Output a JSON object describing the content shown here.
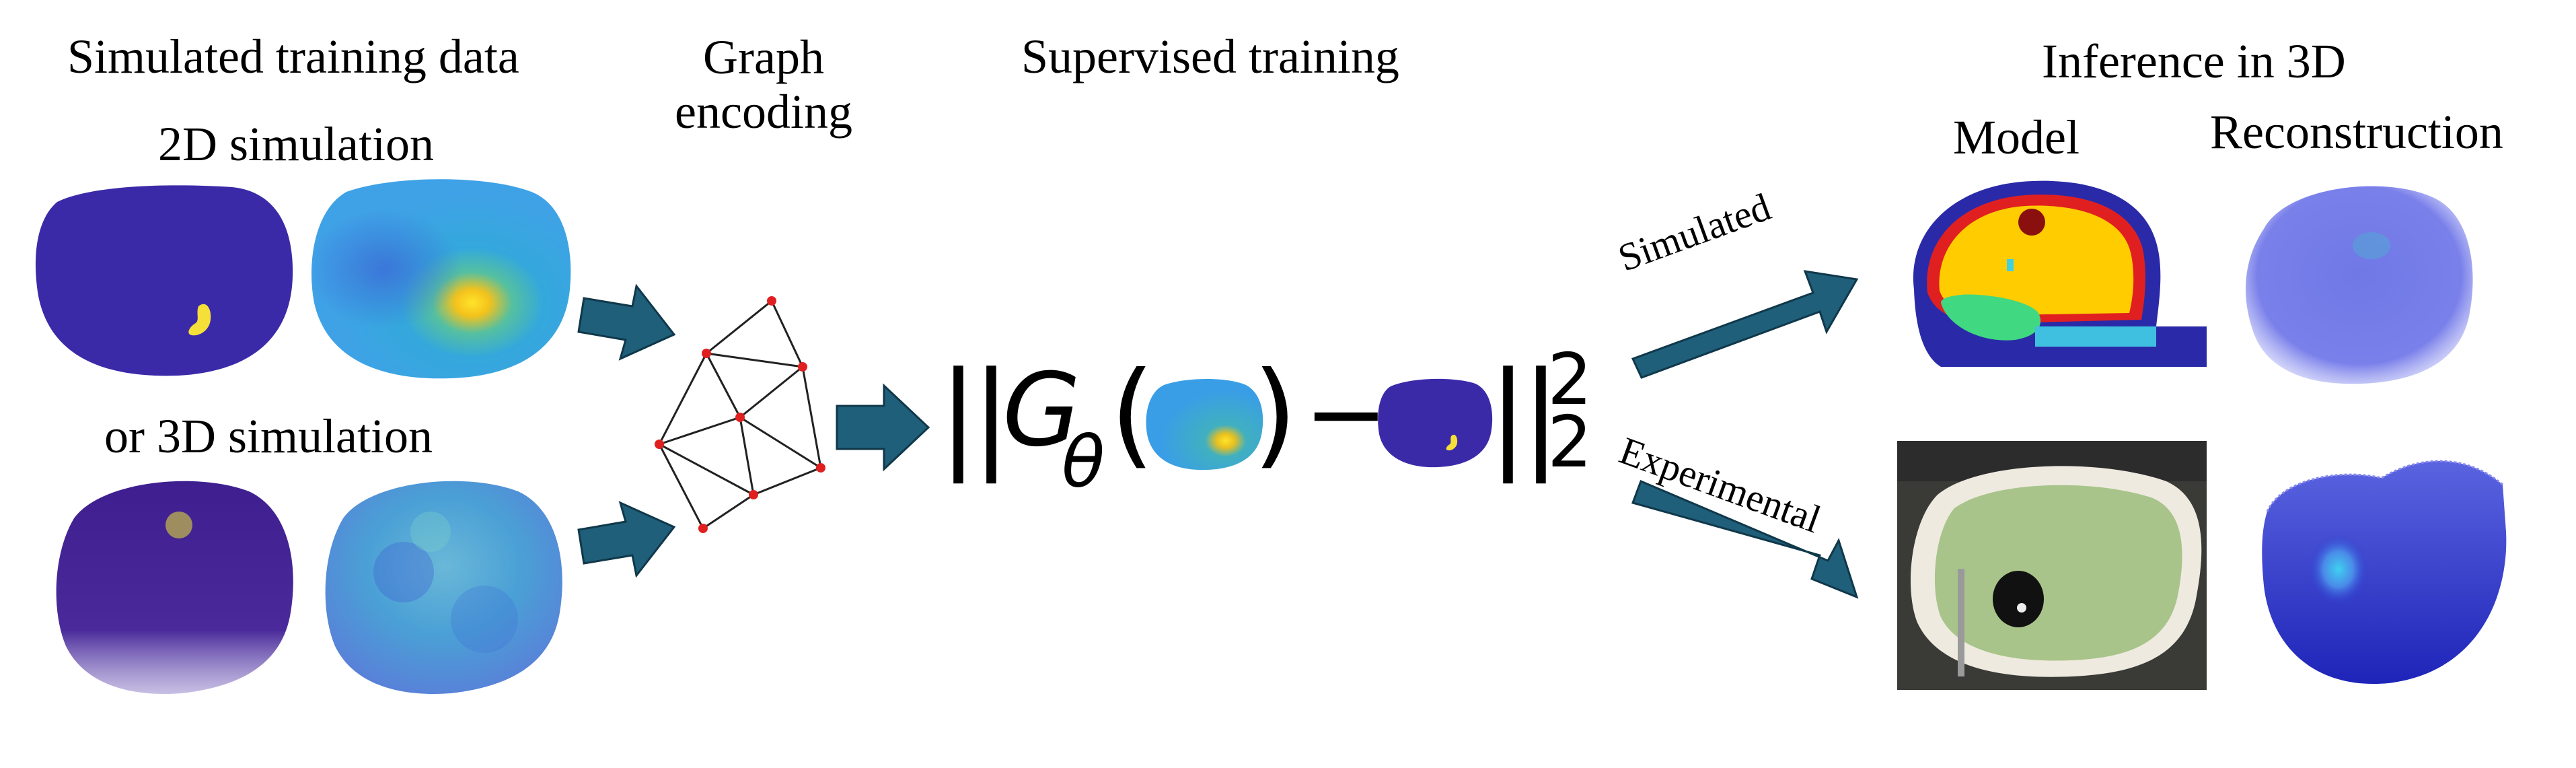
{
  "sections": {
    "simulated_training_data": "Simulated training data",
    "sim_2d": "2D simulation",
    "sim_3d": "or 3D simulation",
    "graph_encoding_line1": "Graph",
    "graph_encoding_line2": "encoding",
    "supervised_training": "Supervised training",
    "inference_3d": "Inference in 3D",
    "model": "Model",
    "reconstruction": "Reconstruction"
  },
  "arrows": {
    "simulated": "Simulated",
    "experimental": "Experimental"
  },
  "loss": {
    "operator_symbol": "G",
    "operator_subscript": "θ",
    "minus": "−",
    "norm_superscript": "2",
    "norm_subscript": "2"
  },
  "colors": {
    "arrow_fill": "#1f5f7a",
    "arrow_stroke": "#10384a",
    "domain_purple": "#3b2aa8",
    "inclusion_yellow": "#f5e03a",
    "recon_blue": "#2aa0e6",
    "graph_edge": "#222222",
    "graph_node": "#e02020"
  }
}
